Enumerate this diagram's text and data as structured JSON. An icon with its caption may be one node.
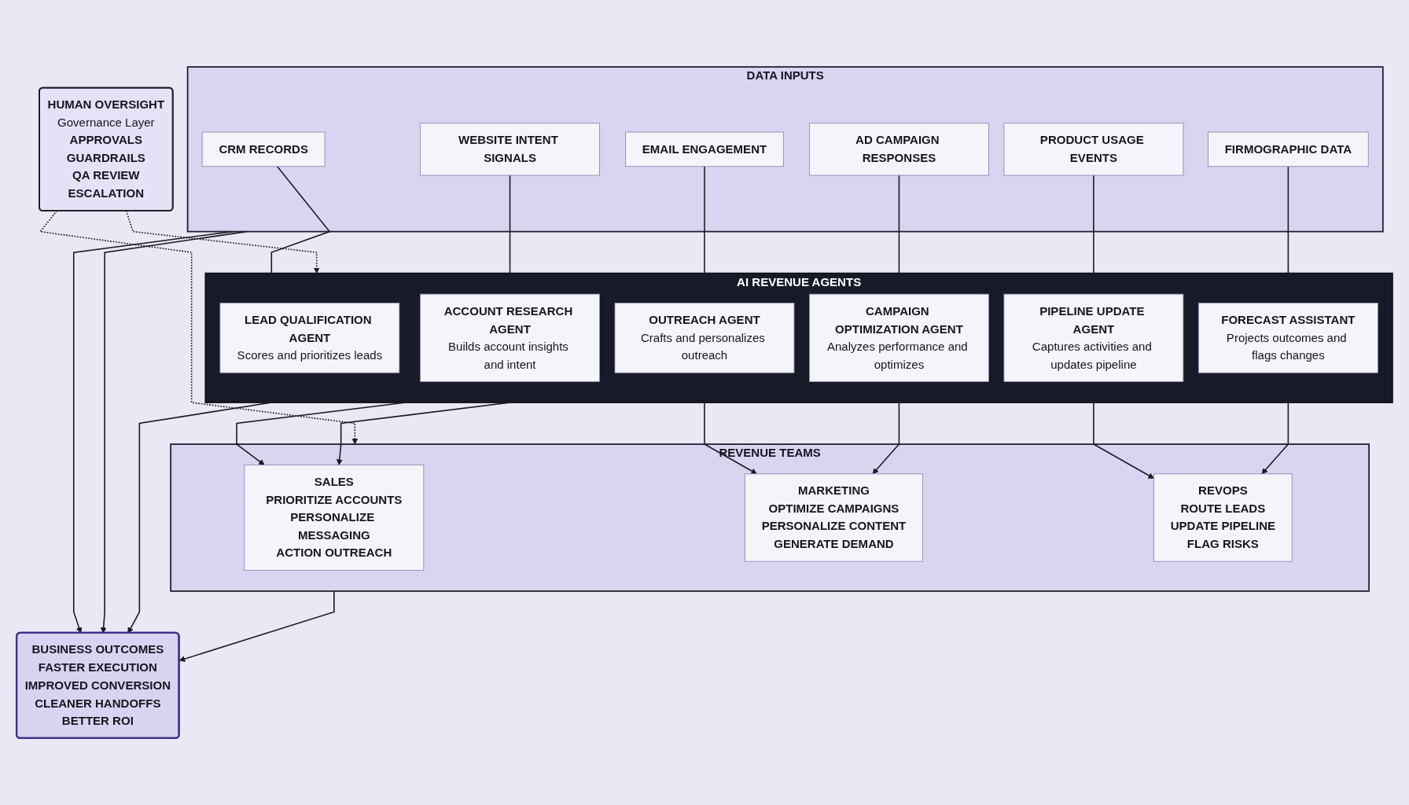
{
  "diagram": {
    "nodes": [
      {
        "text": [
          "HUMAN OVERSIGHT",
          "Governance Layer",
          "APPROVALS",
          "GUARDRAILS",
          "QA REVIEW",
          "ESCALATION"
        ]
      },
      {
        "text": [
          "DATA INPUTS"
        ]
      },
      {
        "text": [
          "CRM RECORDS"
        ],
        "in": 1
      },
      {
        "text": [
          "WEBSITE INTENT SIGNALS"
        ],
        "in": 1
      },
      {
        "text": [
          "EMAIL ENGAGEMENT"
        ],
        "in": 1
      },
      {
        "text": [
          "AD CAMPAIGN RESPONSES"
        ],
        "in": 1
      },
      {
        "text": [
          "PRODUCT USAGE EVENTS"
        ],
        "in": 1
      },
      {
        "text": [
          "FIRMOGRAPHIC DATA"
        ],
        "in": 1
      },
      {
        "text": [
          "AI REVENUE AGENTS"
        ]
      },
      {
        "text": [
          "LEAD QUALIFICATION AGENT",
          "Scores and prioritizes leads"
        ],
        "in": 8
      },
      {
        "text": [
          "ACCOUNT RESEARCH AGENT",
          "Builds account insights and intent"
        ],
        "in": 8
      },
      {
        "text": [
          "OUTREACH AGENT",
          "Crafts and personalizes outreach"
        ],
        "in": 8
      },
      {
        "text": [
          "CAMPAIGN OPTIMIZATION AGENT",
          "Analyzes performance and optimizes"
        ],
        "in": 8
      },
      {
        "text": [
          "PIPELINE UPDATE AGENT",
          "Captures activities and updates pipeline"
        ],
        "in": 8
      },
      {
        "text": [
          "FORECAST ASSISTANT",
          "Projects outcomes and flags changes"
        ],
        "in": 8
      },
      {
        "text": [
          "REVENUE TEAMS"
        ]
      },
      {
        "text": [
          "SALES",
          "PRIORITIZE ACCOUNTS",
          "PERSONALIZE MESSAGING",
          "ACTION OUTREACH"
        ],
        "in": 15
      },
      {
        "text": [
          "MARKETING",
          "OPTIMIZE CAMPAIGNS",
          "PERSONALIZE CONTENT",
          "GENERATE DEMAND"
        ],
        "in": 15
      },
      {
        "text": [
          "REVOPS",
          "ROUTE LEADS",
          "UPDATE PIPELINE",
          "FLAG RISKS"
        ],
        "in": 15
      },
      {
        "text": [
          "BUSINESS OUTCOMES",
          "FASTER EXECUTION",
          "IMPROVED CONVERSION",
          "CLEANER HANDOFFS",
          "BETTER ROI"
        ]
      }
    ],
    "edges": [
      {
        "from": 0,
        "to": 8,
        "arrow": "to",
        "style": "dashed"
      },
      {
        "from": 0,
        "to": 15,
        "arrow": "to",
        "style": "dashed"
      },
      {
        "from": 2,
        "to": 9,
        "arrow": "to"
      },
      {
        "from": 3,
        "to": 10,
        "arrow": "to"
      },
      {
        "from": 4,
        "to": 11,
        "arrow": "to"
      },
      {
        "from": 5,
        "to": 12,
        "arrow": "to"
      },
      {
        "from": 6,
        "to": 13,
        "arrow": "to"
      },
      {
        "from": 7,
        "to": 14,
        "arrow": "to"
      },
      {
        "from": 9,
        "to": 16,
        "arrow": "to"
      },
      {
        "from": 10,
        "to": 16,
        "arrow": "to"
      },
      {
        "from": 11,
        "to": 17,
        "arrow": "to"
      },
      {
        "from": 12,
        "to": 17,
        "arrow": "to"
      },
      {
        "from": 13,
        "to": 18,
        "arrow": "to"
      },
      {
        "from": 14,
        "to": 18,
        "arrow": "to"
      },
      {
        "from": 1,
        "to": 19,
        "arrow": "to"
      },
      {
        "from": 1,
        "to": 19,
        "arrow": "to"
      },
      {
        "from": 8,
        "to": 19,
        "arrow": "to"
      },
      {
        "from": 15,
        "to": 19,
        "arrow": "to"
      }
    ]
  }
}
